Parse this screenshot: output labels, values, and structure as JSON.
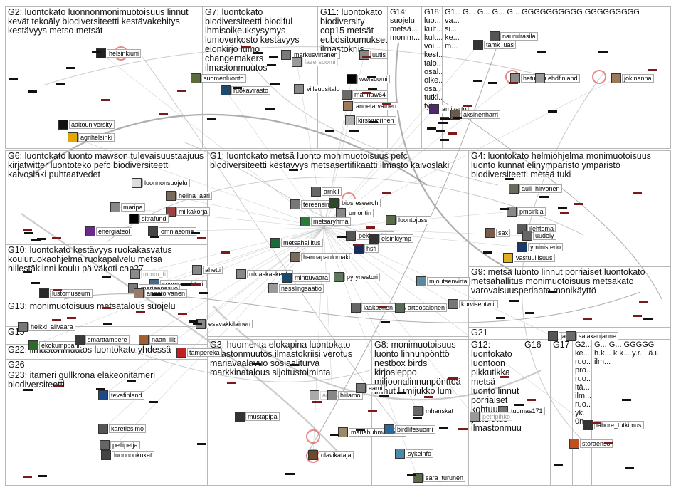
{
  "groups": [
    {
      "id": "g2",
      "title": "G2: luontokato luonnonmonimuotoisuus linnut kevät tekoäly biodiversiteetti kestävakehitys kestävyys metso metsät"
    },
    {
      "id": "g7",
      "title": "G7: luontokato biodiversiteetti biodiful ihmisoikeuksysymys lumoverkosto kestävyys elonkirjo lumo changemakers ilmastonmuutos"
    },
    {
      "id": "g11",
      "title": "G11: luontokato biodiversity cop15 metsät eubdsitoumukset ilmastokriis"
    },
    {
      "id": "g14",
      "title": "G14: suojelu metsä... monim..."
    },
    {
      "id": "g18",
      "title": "G18: luo... kult... kult... voi... kest... talo... osal... oike... osa... tutki... työ..."
    },
    {
      "id": "g1x",
      "title": "G1... va... si... ke... m..."
    },
    {
      "id": "gcols",
      "title": "G... G... G... G... GGGGGGGGGG GGGGGGGGG"
    },
    {
      "id": "g6",
      "title": "G6: luontokato luonto mawson tulevaisuustaajuus kirjatwitter luontoteko pefc biodiversiteetti kaivoslaki puhtaatvedet"
    },
    {
      "id": "g1",
      "title": "G1: luontokato metsä luonto monimuotoisuus pefc biodiversiteetti kestävyys metsäsertifikaatti ilmasto kaivoslaki"
    },
    {
      "id": "g4",
      "title": "G4: luontokato helmiohjelma monimuotoisuus luonto kunnat elinympäristö ympäristö biodiversiteetti metsä tuki"
    },
    {
      "id": "g10",
      "title": "G10: luontokato kestävyys ruokakasvatus kouluruokaohjelma ruokapalvelu metsä hiilestäkiinni koulu päiväkoti cap27"
    },
    {
      "id": "g9",
      "title": "G9: metsä luonto linnut pörriäiset luontokato metsähallitus monimuotoisuus metsäkato varovaisuusperiaate monikäyttö"
    },
    {
      "id": "g13",
      "title": "G13: monimuotoisuus metsätalous suojelu"
    },
    {
      "id": "g15",
      "title": "G15"
    },
    {
      "id": "g21",
      "title": "G21"
    },
    {
      "id": "g22",
      "title": "G22: ilmastonmuutos luontokato yhdessä"
    },
    {
      "id": "g26",
      "title": "G26"
    },
    {
      "id": "g23",
      "title": "G23: itämeri gullkrona eläkeönitämeri biodiversiteetti"
    },
    {
      "id": "g3",
      "title": "G3: huomenta elokapina luontokato ilmastonmuutos ilmastokriisi verotus mariavaalavuo sosiaaliturva markkinatalous sijoitustoiminta"
    },
    {
      "id": "g8",
      "title": "G8: monimuotoisuus luonto linnunpönttö nestbox birds kirjosieppo miljoonalinnunpönttöä linnut lumijukko lumi"
    },
    {
      "id": "g12",
      "title": "G12: luontokato luontoon pikkutikka metsä luonto linnut pörriäiset kohtuus ylikulutus ilmastonmuu..."
    },
    {
      "id": "g16",
      "title": "G16"
    },
    {
      "id": "g17",
      "title": "G17"
    },
    {
      "id": "g2b",
      "title": "G2... ke... ruo... pro... ruo... itä... ilm... ruo... yk... 0n..."
    },
    {
      "id": "gtail",
      "title": "G... G... GGGGG h.k... k.k... y.r... ä.i... ilm..."
    }
  ],
  "nodes": [
    {
      "id": "helsinkiuni",
      "label": "helsinkiuni",
      "color": "#222"
    },
    {
      "id": "aaltouniversity",
      "label": "aaltouniversity",
      "color": "#111"
    },
    {
      "id": "agrihelsinki",
      "label": "agrihelsinki",
      "color": "#e0a800"
    },
    {
      "id": "suomenluonto",
      "label": "suomenluonto",
      "color": "#5b6b3a"
    },
    {
      "id": "ruokavirasto",
      "label": "ruokavirasto",
      "color": "#1e4a6e"
    },
    {
      "id": "markusvirtanen",
      "label": "markusvirtanen",
      "color": "#7a7a7a"
    },
    {
      "id": "lazersuomi",
      "label": "lazersuomi",
      "color": "#9a9a9a"
    },
    {
      "id": "villeuusitalo",
      "label": "villeuusitalo",
      "color": "#8a8a8a"
    },
    {
      "id": "wwfsuomi",
      "label": "wwfsuomi",
      "color": "#000"
    },
    {
      "id": "mannaw64",
      "label": "mannaw64",
      "color": "#6a6a6a"
    },
    {
      "id": "annetarvainen",
      "label": "annetarvainen",
      "color": "#9c7a5a"
    },
    {
      "id": "kirsivuorinen",
      "label": "kirsivuorinen",
      "color": "#b0b0b0"
    },
    {
      "id": "tamk_uas",
      "label": "tamk_uas",
      "color": "#333"
    },
    {
      "id": "naurulrasila",
      "label": "naurulrasila",
      "color": "#555"
    },
    {
      "id": "amivarto",
      "label": "amivarto",
      "color": "#4b2a6e"
    },
    {
      "id": "aksinenharri",
      "label": "aksinenharri",
      "color": "#6a5a4a"
    },
    {
      "id": "hetuwiku",
      "label": "hetuwiku",
      "color": "#8a8a8a"
    },
    {
      "id": "ehdfinland",
      "label": "ehdfinland",
      "color": "#999"
    },
    {
      "id": "jokinanna",
      "label": "jokinanna",
      "color": "#9a7a5a"
    },
    {
      "id": "luonnonsuojelu",
      "label": "luonnonsuojelu",
      "color": "#ddd"
    },
    {
      "id": "helina_aari",
      "label": "helina_aari",
      "color": "#7a6a5a"
    },
    {
      "id": "miikakorja",
      "label": "miikakorja",
      "color": "#a04040"
    },
    {
      "id": "maripa",
      "label": "maripa",
      "color": "#888"
    },
    {
      "id": "sitrafund",
      "label": "sitrafund",
      "color": "#000"
    },
    {
      "id": "omniasome",
      "label": "omniasome",
      "color": "#444"
    },
    {
      "id": "energiateol",
      "label": "energiateol",
      "color": "#6a2a8a"
    },
    {
      "id": "arnkil",
      "label": "arnkil",
      "color": "#666"
    },
    {
      "id": "tereensim",
      "label": "tereensim",
      "color": "#777"
    },
    {
      "id": "biosresearch",
      "label": "biosresearch",
      "color": "#2a4a2a"
    },
    {
      "id": "umontin",
      "label": "umontin",
      "color": "#888"
    },
    {
      "id": "luontojussi",
      "label": "luontojussi",
      "color": "#5a6a4a"
    },
    {
      "id": "metsaryhma",
      "label": "metsaryhma",
      "color": "#2a7a3a"
    },
    {
      "id": "pekkarahko",
      "label": "pekkarahko",
      "color": "#555"
    },
    {
      "id": "elsinkiymp",
      "label": "elsinkiymp",
      "color": "#333"
    },
    {
      "id": "metsahallitus",
      "label": "metsahallitus",
      "color": "#1a6a3a"
    },
    {
      "id": "hsfi",
      "label": "hsfi",
      "color": "#1a2a5a"
    },
    {
      "id": "hannapaulomaki",
      "label": "hannapaulomaki",
      "color": "#7a6a5a"
    },
    {
      "id": "pyrynestori",
      "label": "pyrynestori",
      "color": "#5a7a5a"
    },
    {
      "id": "niklaskaskeala",
      "label": "niklaskaskeala",
      "color": "#888"
    },
    {
      "id": "minttuvaara",
      "label": "minttuvaara",
      "color": "#1a4a6a"
    },
    {
      "id": "nesslingsaatio",
      "label": "nesslingsaatio",
      "color": "#999"
    },
    {
      "id": "laaksonen_lotta",
      "label": "laaksonen_lotta",
      "color": "#666"
    },
    {
      "id": "artoosalonen",
      "label": "artoosalonen",
      "color": "#5a6a5a"
    },
    {
      "id": "mjoutsenvirta",
      "label": "mjoutsenvirta",
      "color": "#5a8a9a"
    },
    {
      "id": "kurvisentwiit",
      "label": "kurvisentwiit",
      "color": "#777"
    },
    {
      "id": "ahettimaki",
      "label": "ahetti",
      "color": "#888"
    },
    {
      "id": "suomenrehtorit",
      "label": "suomenrehtorit",
      "color": "#4a6a8a"
    },
    {
      "id": "mariaanasuo",
      "label": "mariaanasuo",
      "color": "#7a7a7a"
    },
    {
      "id": "annetolvanen",
      "label": "annetolvanen",
      "color": "#9a7a6a"
    },
    {
      "id": "lustomuseum",
      "label": "lustomuseum",
      "color": "#2a2a2a"
    },
    {
      "id": "mmm_fi",
      "label": "mmm_fi",
      "color": "#8a8a8a"
    },
    {
      "id": "auli_hirvonen",
      "label": "auli_hirvonen",
      "color": "#6a6a5a"
    },
    {
      "id": "pmsirkia",
      "label": "pmsirkia",
      "color": "#888"
    },
    {
      "id": "jlehtoma",
      "label": "jlehtoma",
      "color": "#5a5a5a"
    },
    {
      "id": "yministerio",
      "label": "yministerio",
      "color": "#1a3a6a"
    },
    {
      "id": "saxaa",
      "label": "sax",
      "color": "#7a5a4a"
    },
    {
      "id": "uudely",
      "label": "uudely",
      "color": "#666"
    },
    {
      "id": "vastuullisuus",
      "label": "vastuullisuus",
      "color": "#e0b020"
    },
    {
      "id": "janne",
      "label": "jan",
      "color": "#555"
    },
    {
      "id": "salakanjanne",
      "label": "salakanjanne",
      "color": "#6a6a6a"
    },
    {
      "id": "esavakkilainen",
      "label": "esavakkilainen",
      "color": "#888"
    },
    {
      "id": "heikki_alivaara",
      "label": "heikki_alivaara",
      "color": "#777"
    },
    {
      "id": "ekokumppanit",
      "label": "ekokumppanit",
      "color": "#2a6a2a"
    },
    {
      "id": "smarttampere",
      "label": "smarttampere",
      "color": "#3a3a3a"
    },
    {
      "id": "naan_liit",
      "label": "naan_liit",
      "color": "#a06030"
    },
    {
      "id": "tampereka",
      "label": "tampereka",
      "color": "#c02020"
    },
    {
      "id": "tevafinland",
      "label": "tevafinland",
      "color": "#1a4a8a"
    },
    {
      "id": "mustapipa",
      "label": "mustapipa",
      "color": "#333"
    },
    {
      "id": "karetiesimo",
      "label": "karetiesimo",
      "color": "#555"
    },
    {
      "id": "pellipetja",
      "label": "pellipetja",
      "color": "#666"
    },
    {
      "id": "luonnonkukat",
      "label": "luonnonkukat",
      "color": "#444"
    },
    {
      "id": "aurora_jne",
      "label": "aurora_jne",
      "color": "#aaa"
    },
    {
      "id": "hiilamo",
      "label": "hiilamo",
      "color": "#888"
    },
    {
      "id": "mariahuhmarniemi",
      "label": "mariahuhmarniemi",
      "color": "#9a8a6a"
    },
    {
      "id": "olavikataja",
      "label": "olavikataja",
      "color": "#6a4a2a"
    },
    {
      "id": "birdlifesuomi",
      "label": "birdlifesuomi",
      "color": "#2a6a9a"
    },
    {
      "id": "mhanskat",
      "label": "mhanskat",
      "color": "#666"
    },
    {
      "id": "sykeinfo",
      "label": "sykeinfo",
      "color": "#4a8aaa"
    },
    {
      "id": "sara_turunen",
      "label": "sara_turunen",
      "color": "#5a6a4a"
    },
    {
      "id": "tuomas171",
      "label": "tuomas171",
      "color": "#777"
    },
    {
      "id": "petripihko",
      "label": "petripihko",
      "color": "#999"
    },
    {
      "id": "storaenso",
      "label": "storaenso",
      "color": "#c05020"
    },
    {
      "id": "labore_tutkimus",
      "label": "labore_tutkimus",
      "color": "#333"
    },
    {
      "id": "aamiposa",
      "label": "aami",
      "color": "#777"
    },
    {
      "id": "uutisa",
      "label": "uutis",
      "color": "#888"
    }
  ],
  "dash_count": 120,
  "colors": {
    "edge": "#b5b5b5",
    "edge_dark": "#8c8c8c",
    "dash": "#111111",
    "dash_red": "#7a1a1a",
    "highlight_ring": "#e06060"
  }
}
